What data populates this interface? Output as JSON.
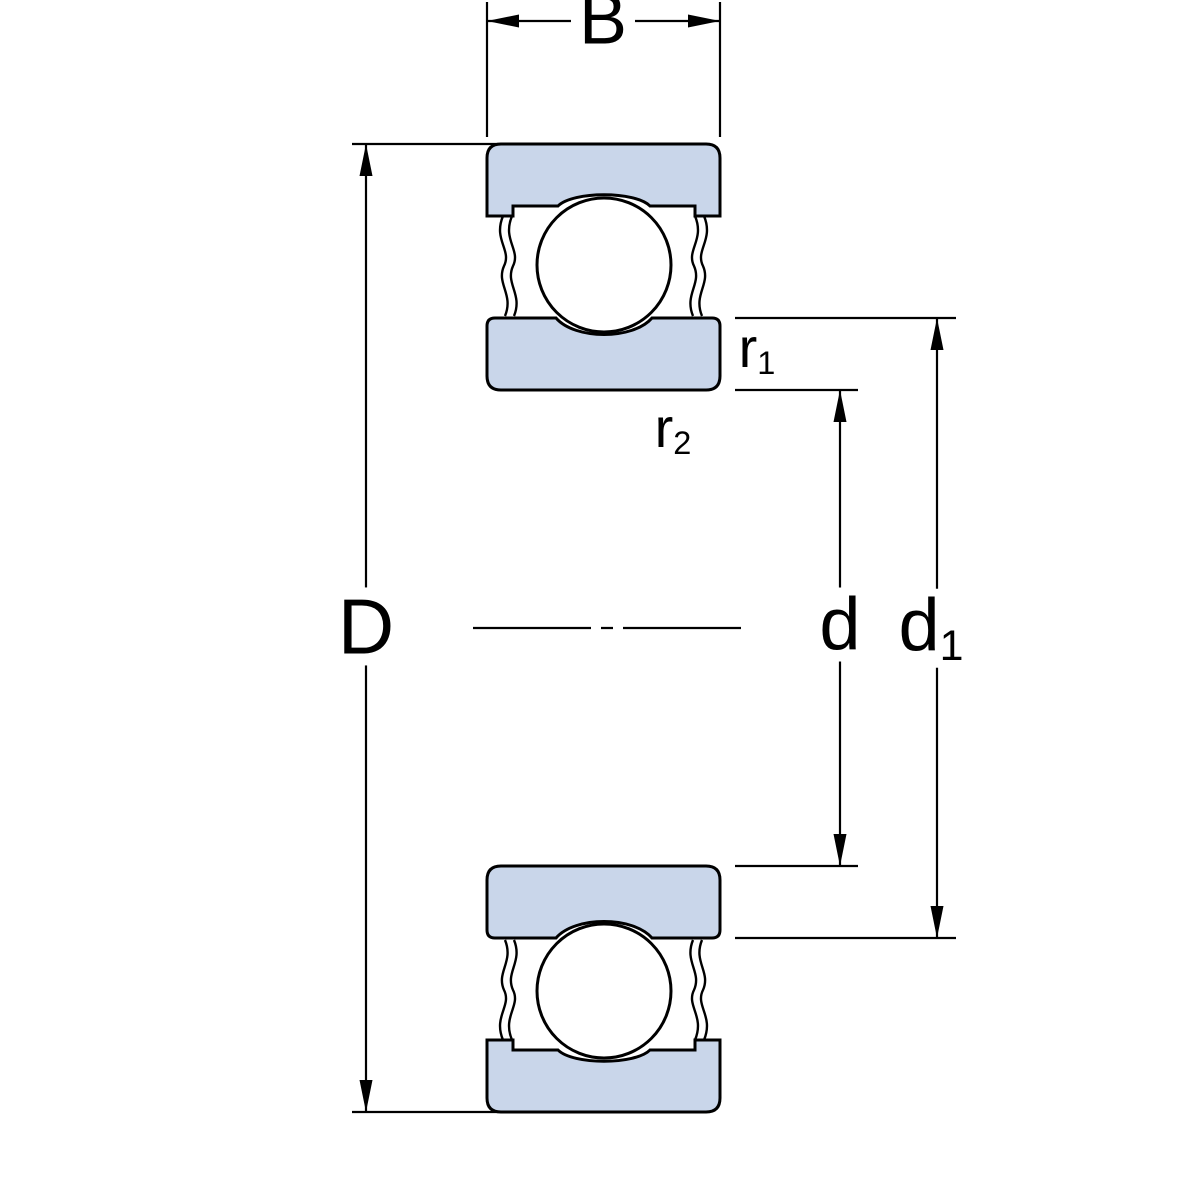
{
  "labels": {
    "width": {
      "base": "B"
    },
    "outer_diameter": {
      "base": "D"
    },
    "bore_diameter": {
      "base": "d"
    },
    "inner_shoulder_diameter": {
      "base": "d",
      "sub": "1"
    },
    "chamfer_r1": {
      "base": "r",
      "sub": "1"
    },
    "chamfer_r2": {
      "base": "r",
      "sub": "2"
    }
  },
  "colors": {
    "ring_fill": "#c9d6ea",
    "ball_fill": "#ffffff",
    "line": "#000000",
    "background": "#ffffff"
  }
}
